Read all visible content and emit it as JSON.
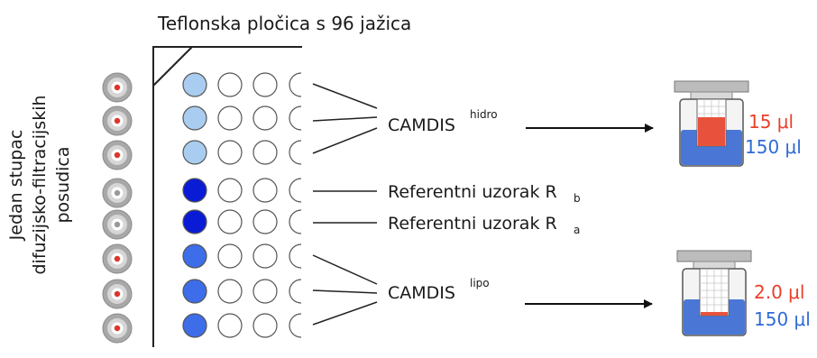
{
  "title": "Teflonska pločica s 96 jažica",
  "side_label": {
    "line1": "Jedan stupac",
    "line2": "difuzijsko-filtracijskih",
    "line3": "posudica"
  },
  "labels": {
    "hydro": {
      "base": "CAMDIS",
      "sup": "hidro"
    },
    "ref_b": {
      "base": "Referentni uzorak R",
      "sub": "b"
    },
    "ref_a": {
      "base": "Referentni uzorak R",
      "sub": "a"
    },
    "lipo": {
      "base": "CAMDIS",
      "sup": "lipo"
    }
  },
  "vials": {
    "hydro": {
      "top_value": "15 μl",
      "bottom_value": "150 μl"
    },
    "lipo": {
      "top_value": "2.0 μl",
      "bottom_value": "150 μl"
    }
  },
  "well_fill_colors": [
    "#a9cdf0",
    "#a9cdf0",
    "#a9cdf0",
    "#0a1bd6",
    "#0a1bd6",
    "#3d6de8",
    "#3d6de8",
    "#3d6de8"
  ],
  "colors": {
    "red_value": "#e8402a",
    "blue_value": "#2f6bd6"
  }
}
